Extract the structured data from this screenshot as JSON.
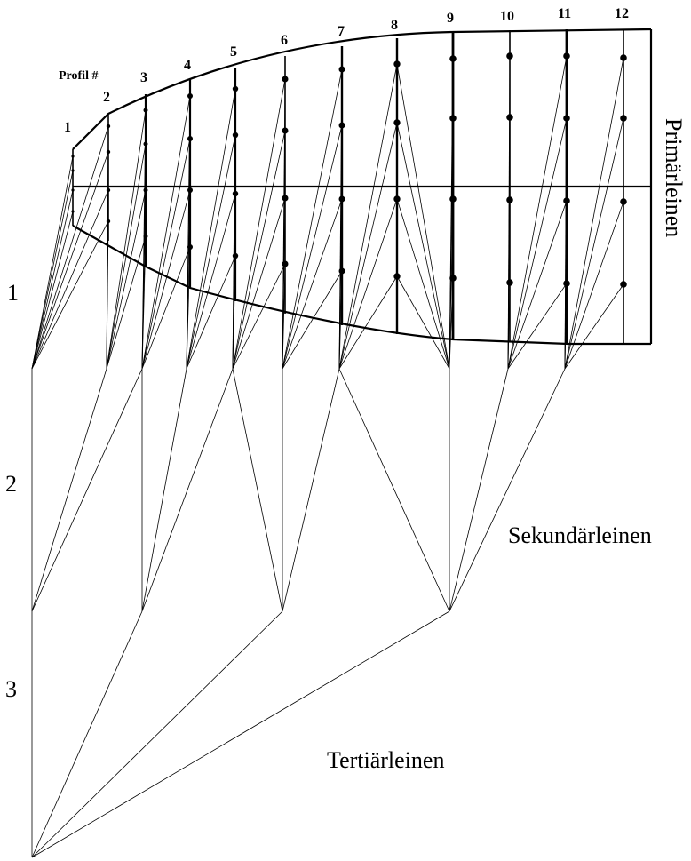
{
  "profile_header": "Profil #",
  "profiles": [
    "1",
    "2",
    "3",
    "4",
    "5",
    "6",
    "7",
    "8",
    "9",
    "10",
    "11",
    "12"
  ],
  "levels": [
    "1",
    "2",
    "3"
  ],
  "groups": {
    "primary": "Primärleinen",
    "secondary": "Sekundärleinen",
    "tertiary": "Tertiärleinen"
  },
  "colors": {
    "lines": "#000000",
    "background": "#ffffff"
  }
}
